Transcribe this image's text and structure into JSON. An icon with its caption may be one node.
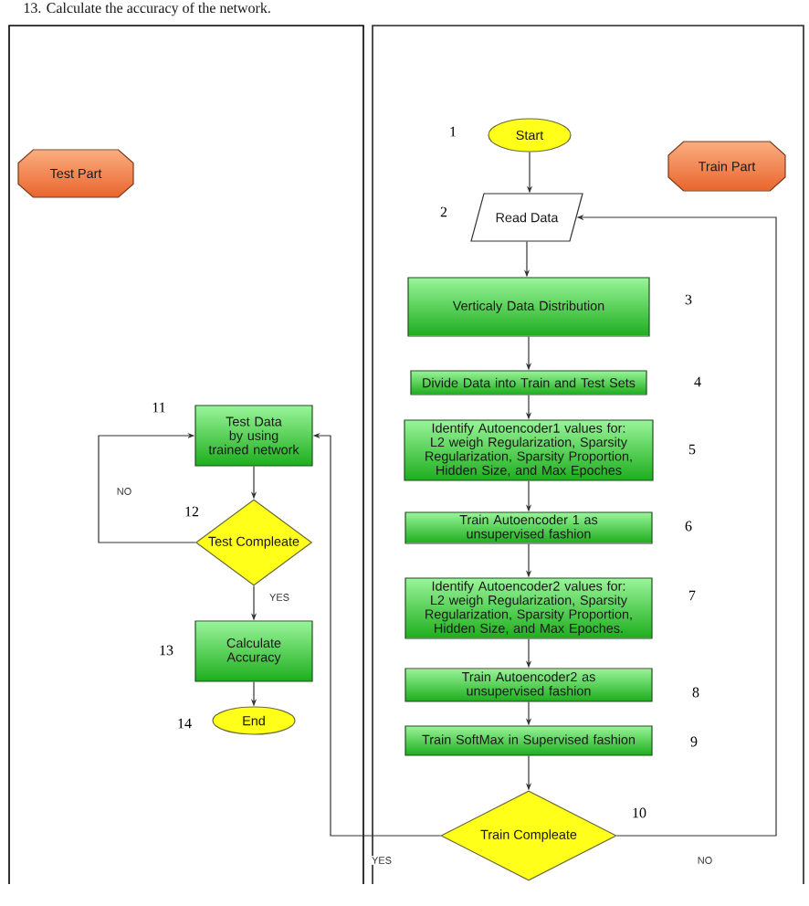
{
  "diagram": {
    "nodes": [
      {
        "text": [
          "Start"
        ],
        "beside": [
          "1"
        ]
      },
      {
        "text": [
          "Train Part"
        ]
      },
      {
        "text": [
          "Read Data"
        ],
        "beside": [
          "2"
        ]
      },
      {
        "text": [
          "Verticaly Data Distribution"
        ],
        "beside": [
          "3"
        ]
      },
      {
        "text": [
          "Divide Data into Train and Test Sets"
        ],
        "beside": [
          "4"
        ]
      },
      {
        "text": [
          "Identify Autoencoder1 values for: L2 weigh Regularization, Sparsity Regularization, Sparsity Proportion, Hidden Size, and Max Epoches"
        ],
        "beside": [
          "5"
        ]
      },
      {
        "text": [
          "Train Autoencoder 1 as unsupervised fashion"
        ],
        "beside": [
          "6"
        ]
      },
      {
        "text": [
          "Identify Autoencoder2 values for: L2 weigh Regularization, Sparsity Regularization, Sparsity Proportion, Hidden Size, and Max Epoches."
        ],
        "beside": [
          "7"
        ]
      },
      {
        "text": [
          "Train Autoencoder2 as unsupervised fashion"
        ],
        "beside": [
          "8"
        ]
      },
      {
        "text": [
          "Train SoftMax in Supervised fashion"
        ],
        "beside": [
          "9"
        ]
      },
      {
        "text": [
          "Train Compleate"
        ],
        "beside": [
          "10"
        ]
      },
      {
        "text": [
          "Test Part"
        ]
      },
      {
        "text": [
          "Test Data by using trained network"
        ],
        "beside": [
          "11"
        ]
      },
      {
        "text": [
          "Test Compleate"
        ],
        "beside": [
          "12"
        ]
      },
      {
        "text": [
          "Calculate Accuracy"
        ],
        "beside": [
          "13"
        ]
      },
      {
        "text": [
          "End"
        ],
        "beside": [
          "14"
        ]
      }
    ],
    "edges": [
      {
        "from": 0,
        "to": 2,
        "arrow": "to"
      },
      {
        "from": 2,
        "to": 3,
        "arrow": "to"
      },
      {
        "from": 3,
        "to": 4,
        "arrow": "to"
      },
      {
        "from": 4,
        "to": 5,
        "arrow": "to"
      },
      {
        "from": 5,
        "to": 6,
        "arrow": "to"
      },
      {
        "from": 6,
        "to": 7,
        "arrow": "to"
      },
      {
        "from": 7,
        "to": 8,
        "arrow": "to"
      },
      {
        "from": 8,
        "to": 9,
        "arrow": "to"
      },
      {
        "from": 9,
        "to": 10,
        "arrow": "to"
      },
      {
        "from": 10,
        "to": 2,
        "arrow": "to",
        "label": "NO"
      },
      {
        "from": 10,
        "to": 12,
        "arrow": "to",
        "label": "YES"
      },
      {
        "from": 12,
        "to": 13,
        "arrow": "to"
      },
      {
        "from": 13,
        "to": 12,
        "arrow": "to",
        "label": "NO"
      },
      {
        "from": 13,
        "to": 14,
        "arrow": "to",
        "label": "YES"
      },
      {
        "from": 14,
        "to": 15,
        "arrow": "to"
      }
    ],
    "labels": [
      "13. Calculate the accuracy of the network."
    ]
  }
}
